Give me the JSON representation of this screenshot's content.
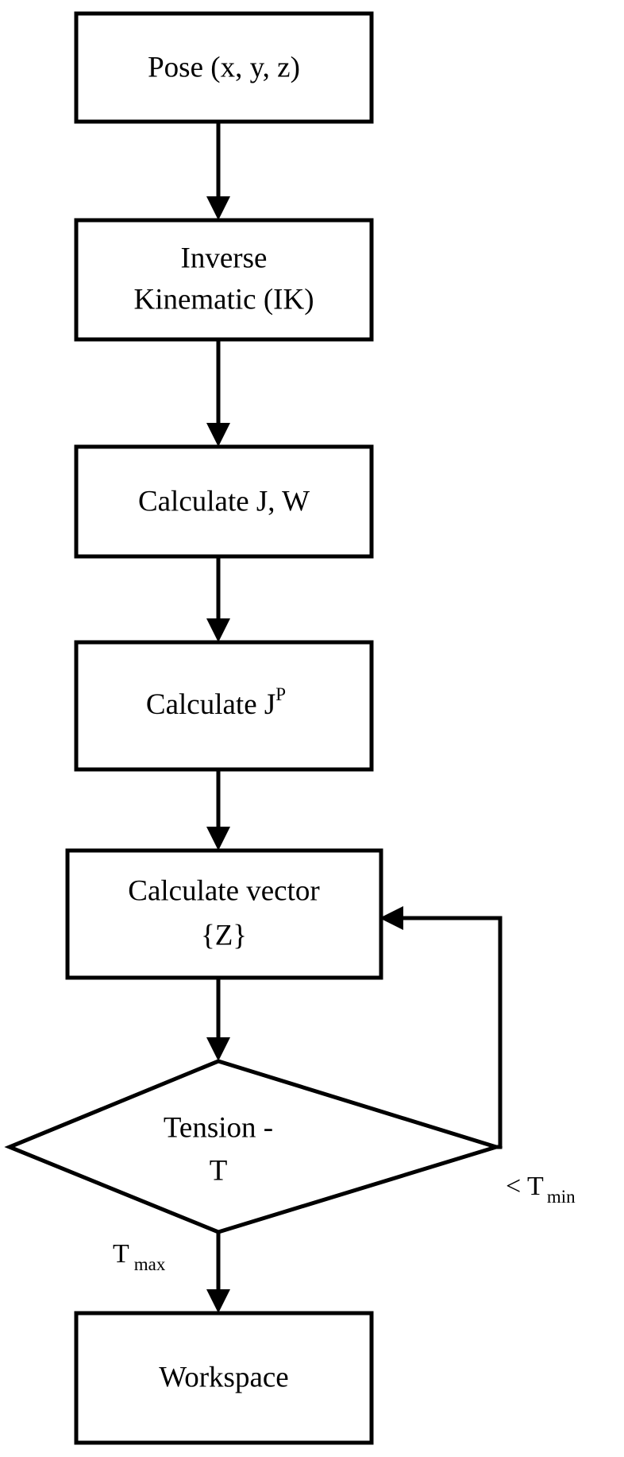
{
  "diagram": {
    "type": "flowchart",
    "title": "Cable-driven robot workspace computation flowchart",
    "background_color": "#ffffff",
    "line_color": "#000000",
    "text_color": "#000000",
    "nodes": [
      {
        "id": "pose",
        "shape": "rectangle",
        "label": "Pose (x, y, z)",
        "line1": "Pose (x, y, z)",
        "line2": ""
      },
      {
        "id": "ik",
        "shape": "rectangle",
        "label": "Inverse Kinematic (IK)",
        "line1": "Inverse",
        "line2": "Kinematic (IK)"
      },
      {
        "id": "calc-jw",
        "shape": "rectangle",
        "label": "Calculate J, W",
        "line1": "Calculate J, W",
        "line2": ""
      },
      {
        "id": "calc-jp",
        "shape": "rectangle",
        "label": "Calculate  J",
        "line1": "Calculate  J",
        "superscript": "P",
        "line2": ""
      },
      {
        "id": "calc-z",
        "shape": "rectangle",
        "label": "Calculate vector {Z}",
        "line1": "Calculate vector",
        "line2": "{Z}"
      },
      {
        "id": "tension",
        "shape": "diamond",
        "label": "Tension - T",
        "line1": "Tension -",
        "line2": "T"
      },
      {
        "id": "workspace",
        "shape": "rectangle",
        "label": "Workspace",
        "line1": "Workspace",
        "line2": ""
      }
    ],
    "edges": [
      {
        "id": "e1",
        "from": "pose",
        "to": "ik",
        "label": ""
      },
      {
        "id": "e2",
        "from": "ik",
        "to": "calc-jw",
        "label": ""
      },
      {
        "id": "e3",
        "from": "calc-jw",
        "to": "calc-jp",
        "label": ""
      },
      {
        "id": "e4",
        "from": "calc-jp",
        "to": "calc-z",
        "label": ""
      },
      {
        "id": "e5",
        "from": "calc-z",
        "to": "tension",
        "label": ""
      },
      {
        "id": "e6",
        "from": "tension",
        "to": "workspace",
        "label": "T",
        "label_sub": "max"
      },
      {
        "id": "e7",
        "from": "tension",
        "to": "calc-z",
        "label": "< T",
        "label_sub": "min",
        "note": "feedback loop from decision right vertex back to Calculate vector {Z}"
      }
    ]
  }
}
